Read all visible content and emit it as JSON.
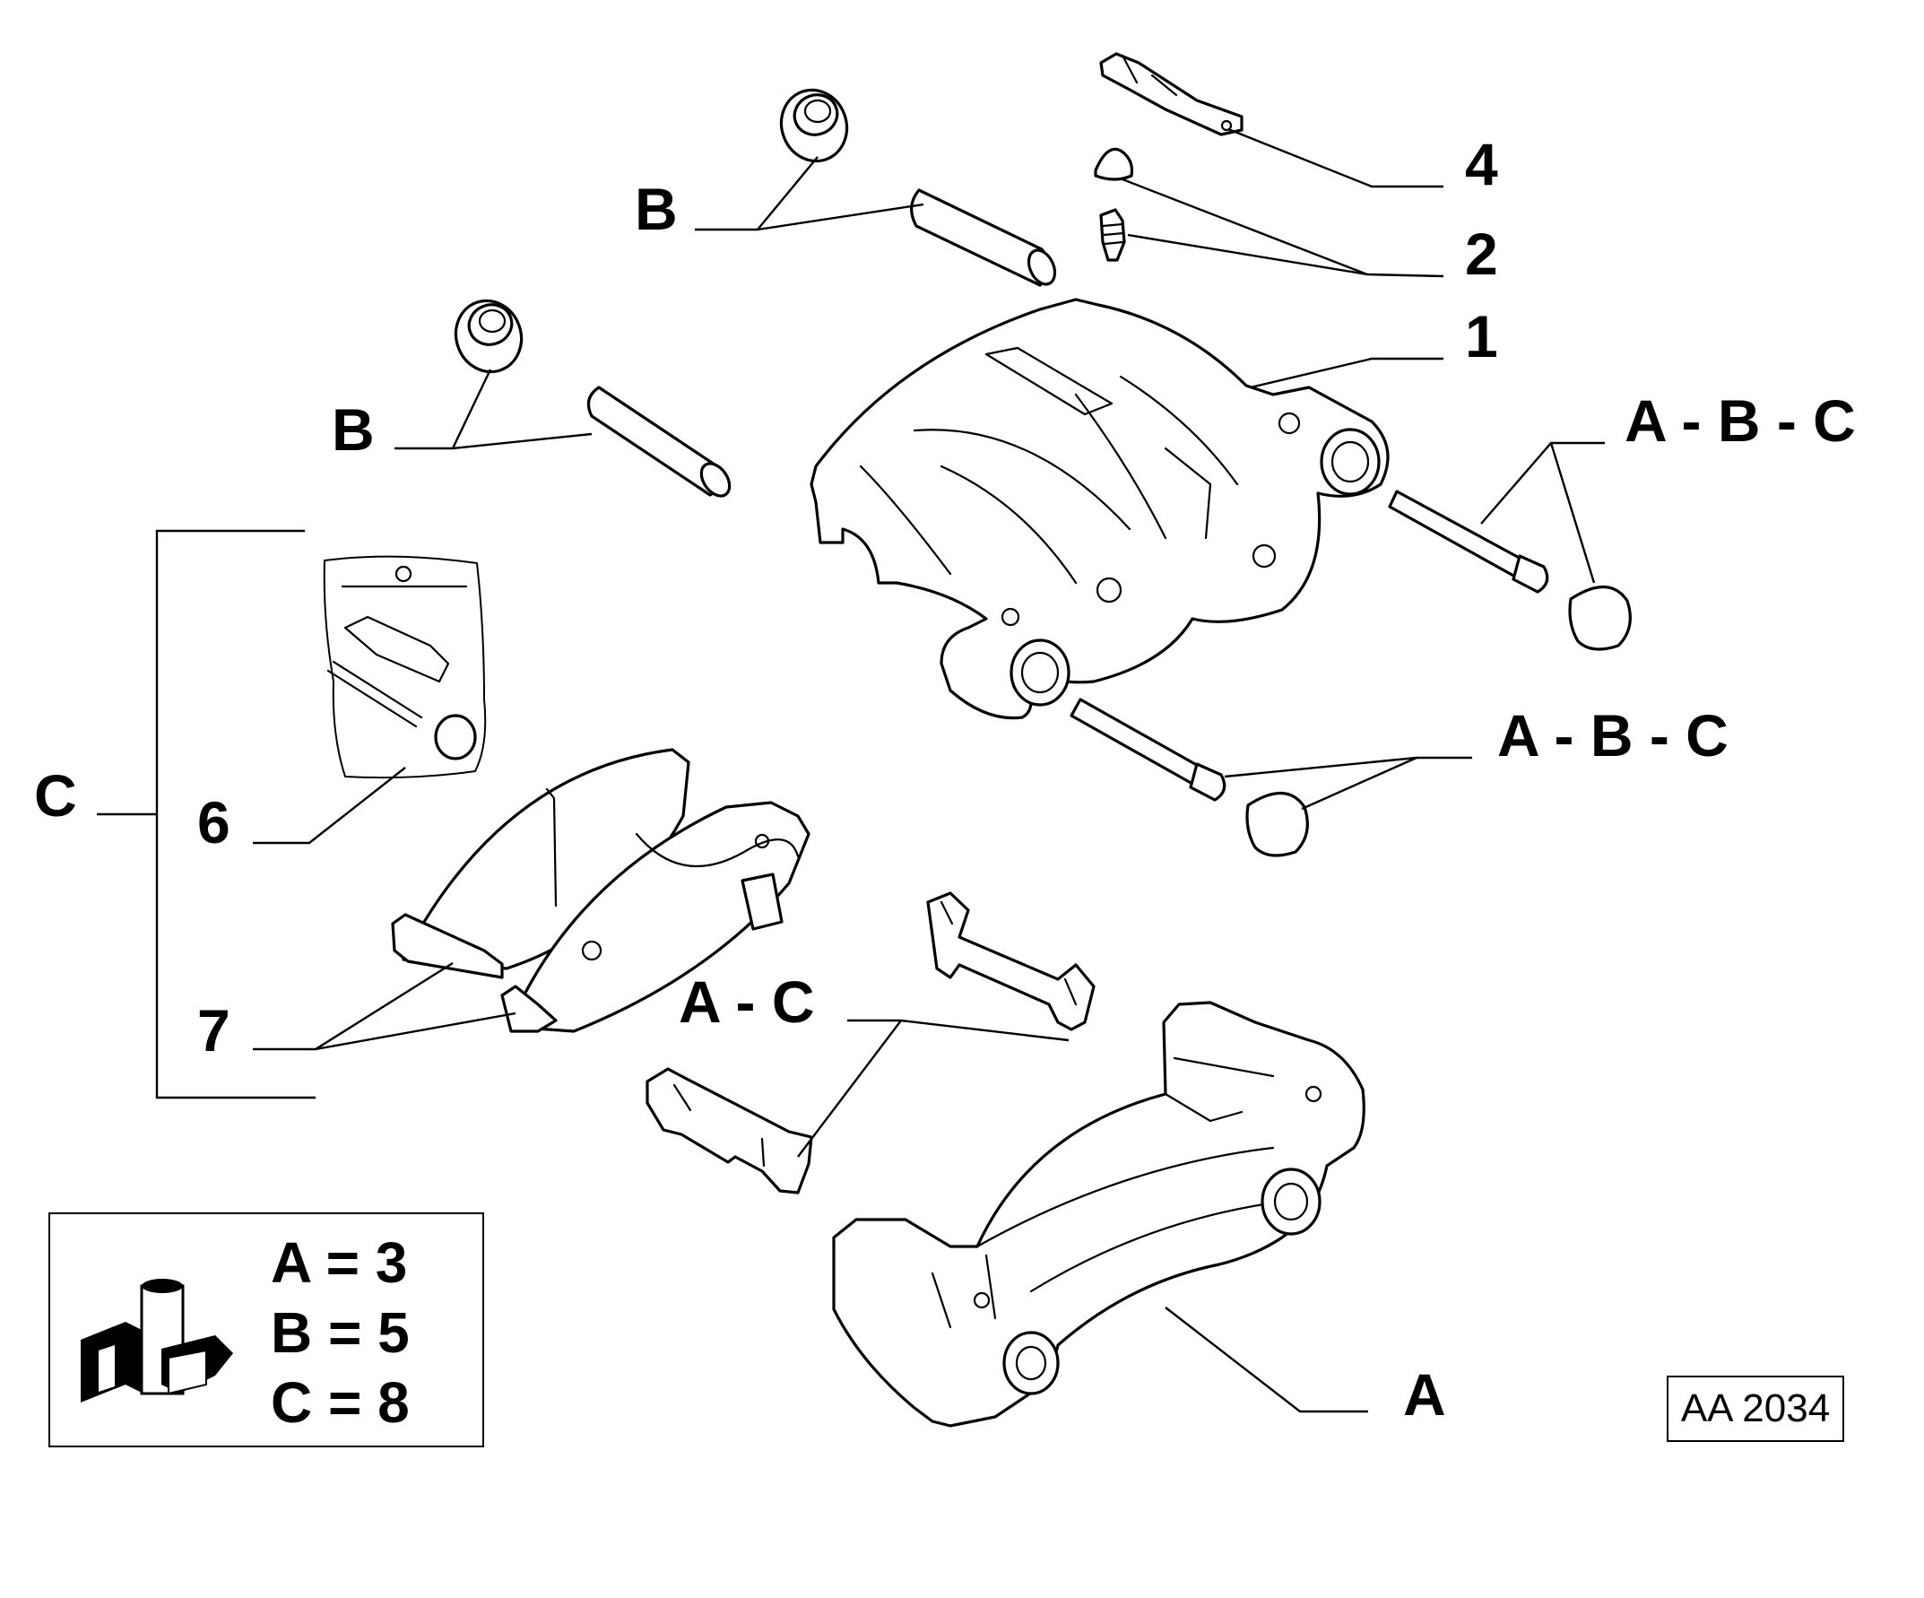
{
  "callouts": {
    "n4": "4",
    "n2": "2",
    "n1": "1",
    "b_top": "B",
    "b_mid": "B",
    "abc_upper": "A - B - C",
    "abc_lower": "A - B - C",
    "c_bracket": "C",
    "n6": "6",
    "n7": "7",
    "ac": "A - C",
    "a_bottom": "A"
  },
  "legend": {
    "line_a": "A = 3",
    "line_b": "B = 5",
    "line_c": "C = 8"
  },
  "diagram_code": "AA 2034"
}
